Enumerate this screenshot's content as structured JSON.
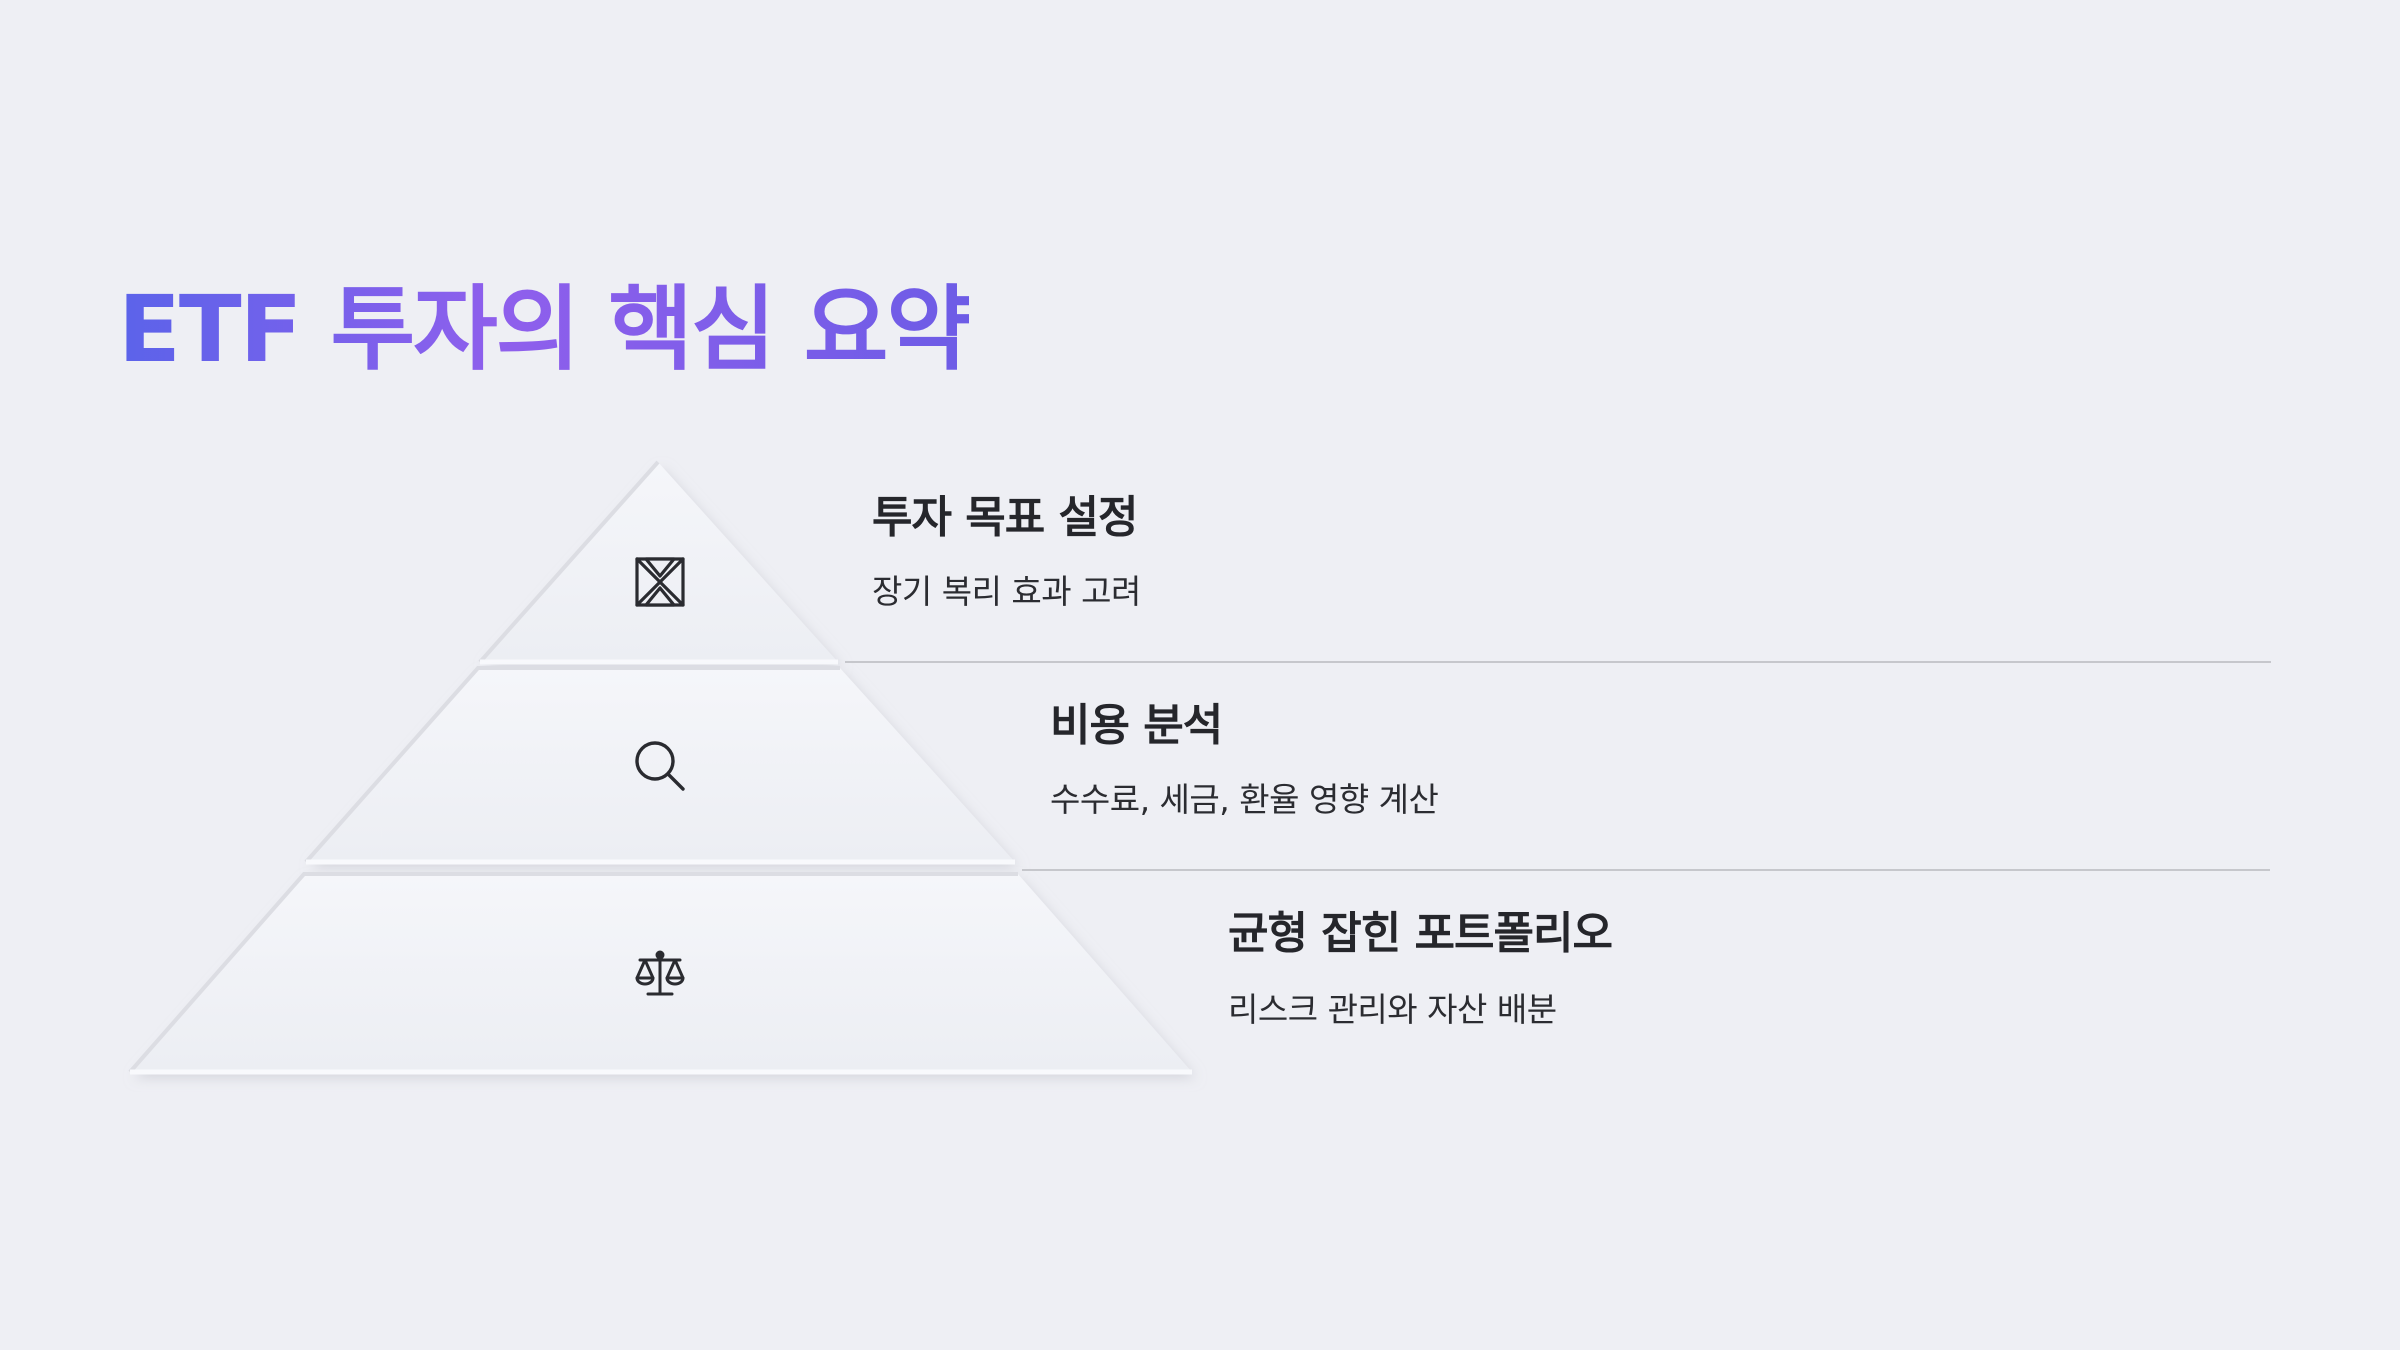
{
  "slide": {
    "title": "ETF 투자의 핵심 요약",
    "title_gradient": [
      "#5b63ea",
      "#8f5fec"
    ],
    "layers": [
      {
        "icon": "target-cross-icon",
        "title": "투자 목표 설정",
        "description": "장기 복리 효과 고려"
      },
      {
        "icon": "magnifier-icon",
        "title": "비용 분석",
        "description": "수수료, 세금, 환율 영향 계산"
      },
      {
        "icon": "balance-scale-icon",
        "title": "균형 잡힌 포트폴리오",
        "description": "리스크 관리와 자산 배분"
      }
    ]
  },
  "colors": {
    "background": "#eeeff4",
    "text_primary": "#25262b",
    "divider": "#c6c7cc"
  }
}
